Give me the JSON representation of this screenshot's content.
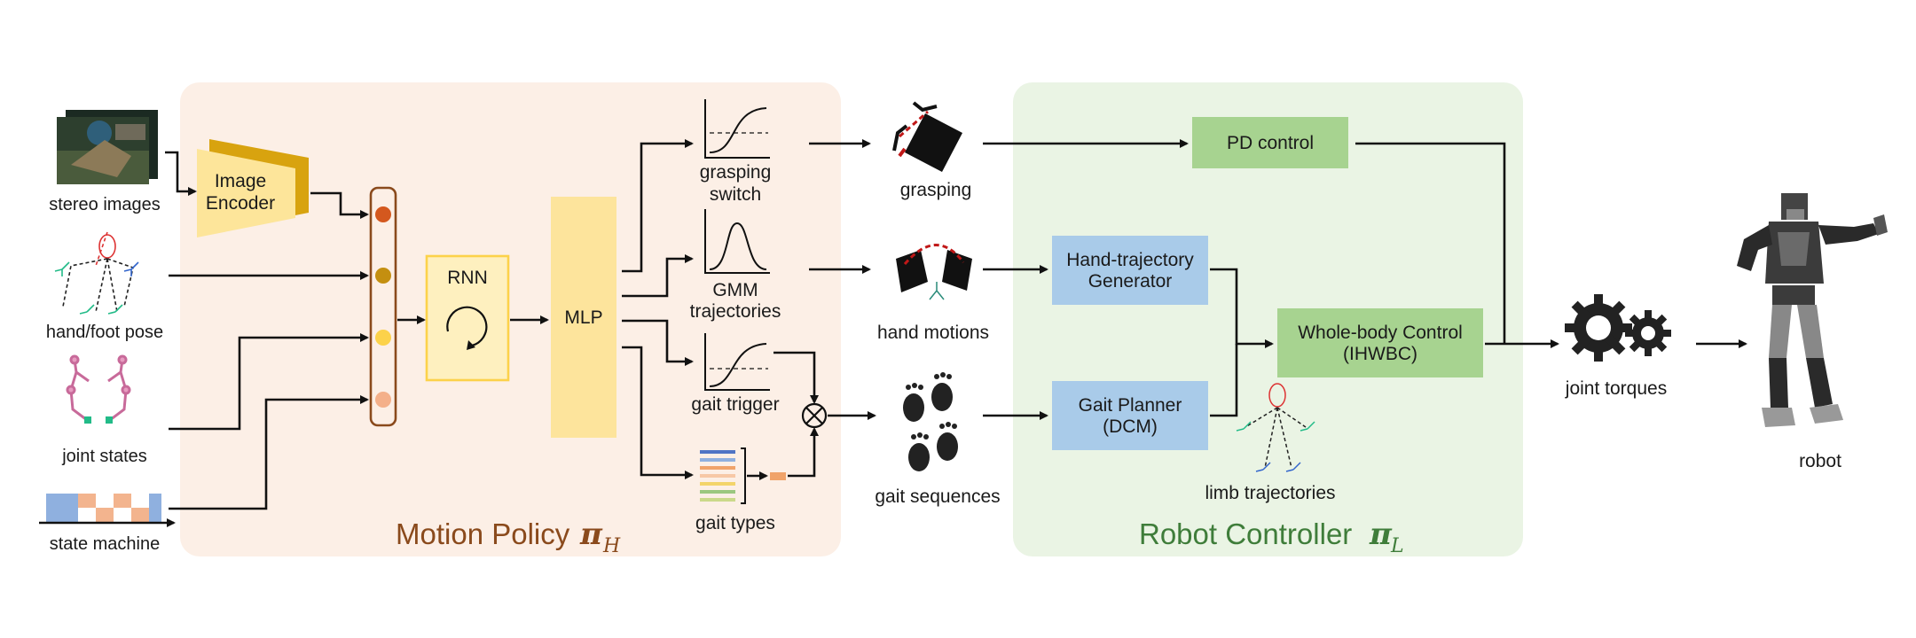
{
  "inputs": {
    "stereo_images": "stereo images",
    "hand_foot_pose": "hand/foot pose",
    "joint_states": "joint states",
    "state_machine": "state machine"
  },
  "motion_policy": {
    "title": "Motion Policy",
    "symbol": "π",
    "subscript": "H",
    "image_encoder_line1": "Image",
    "image_encoder_line2": "Encoder",
    "rnn": "RNN",
    "mlp": "MLP",
    "grasping_switch_line1": "grasping",
    "grasping_switch_line2": "switch",
    "gmm_line1": "GMM",
    "gmm_line2": "trajectories",
    "gait_trigger": "gait trigger",
    "gait_types": "gait types"
  },
  "outputs": {
    "grasping": "grasping",
    "hand_motions": "hand motions",
    "gait_sequences": "gait sequences"
  },
  "robot_controller": {
    "title": "Robot Controller",
    "symbol": "π",
    "subscript": "L",
    "pd_control": "PD control",
    "hand_traj_line1": "Hand-trajectory",
    "hand_traj_line2": "Generator",
    "gait_planner_line1": "Gait Planner",
    "gait_planner_line2": "(DCM)",
    "wbc_line1": "Whole-body Control",
    "wbc_line2": "(IHWBC)",
    "limb_trajectories": "limb trajectories"
  },
  "final": {
    "joint_torques": "joint torques",
    "robot": "robot"
  },
  "colors": {
    "motion_policy_bg": "#fcefe6",
    "robot_controller_bg": "#eaf4e4",
    "encoder": "#fde59a",
    "encoder_dark": "#d8a30f",
    "rnn": "#fef0bf",
    "mlp": "#fde49c",
    "blue_box": "#a9cbe9",
    "green_box": "#a7d390",
    "dot1": "#d4581e",
    "dot2": "#c48f10",
    "dot3": "#fcd24a",
    "dot4": "#f4b08a"
  }
}
